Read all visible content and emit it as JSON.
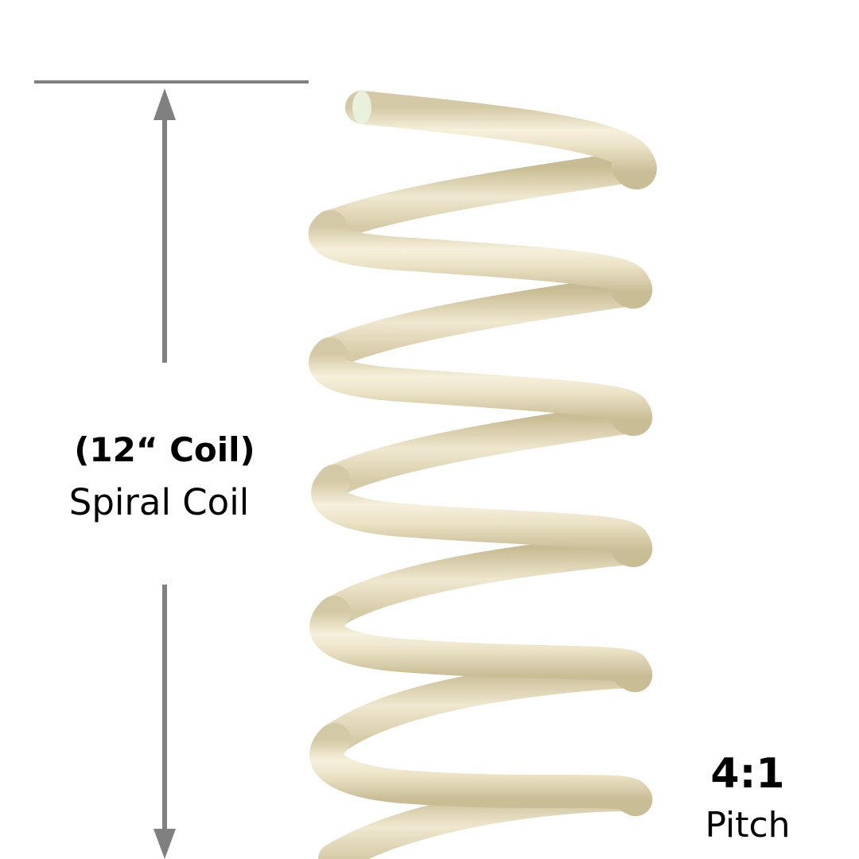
{
  "colors": {
    "dimension_line": "#808080",
    "coil_base": "#e8dfc3",
    "coil_highlight": "#fbf6e6",
    "coil_shadow": "#cbbf98",
    "text": "#000000",
    "background": "#ffffff"
  },
  "dimension": {
    "size_label": "(12“ Coil)",
    "type_label": "Spiral Coil"
  },
  "pitch": {
    "ratio_label": "4:1",
    "caption": "Pitch"
  },
  "icons": {
    "arrow_up": "dimension-arrow-up",
    "arrow_down": "dimension-arrow-down",
    "coil": "spiral-coil-illustration"
  }
}
